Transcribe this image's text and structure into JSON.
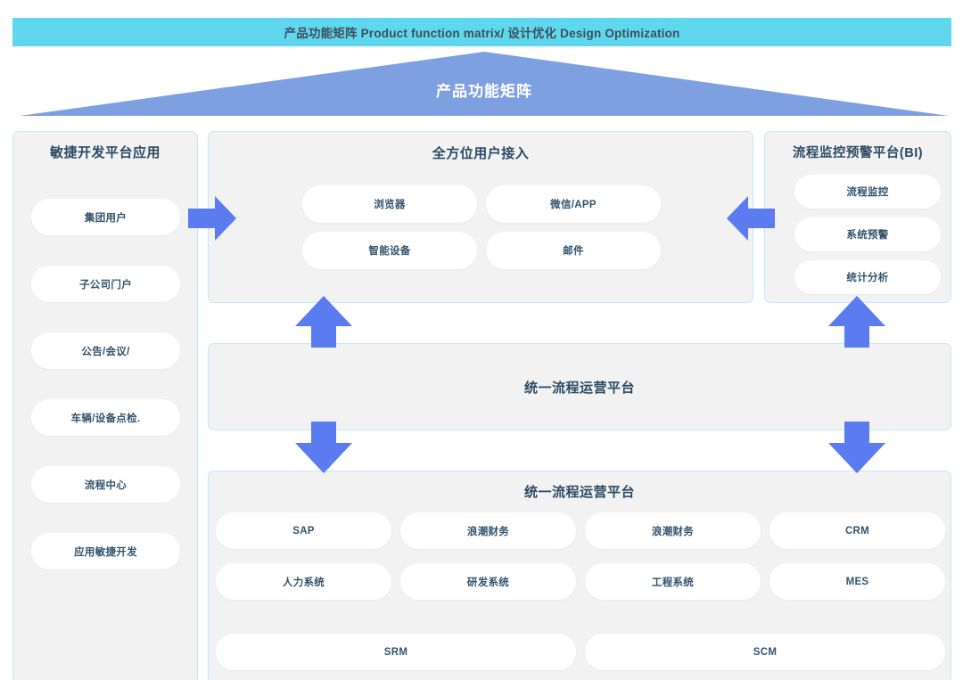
{
  "header": {
    "text": "产品功能矩阵  Product function matrix/ 设计优化  Design Optimization",
    "background_color": "#5fd7ee",
    "text_color": "#3d4f5c"
  },
  "banner": {
    "title": "产品功能矩阵",
    "shape": "triangle",
    "fill_color": "#7e9fe0",
    "title_color": "#ffffff"
  },
  "theme": {
    "panel_background": "#f2f2f2",
    "panel_border": "#c4e8f3",
    "pill_background": "#ffffff",
    "pill_text_color": "#33536c",
    "panel_title_color": "#2b4a63",
    "arrow_color": "#5b7bf0"
  },
  "sidebar": {
    "title": "敏捷开发平台应用",
    "items": [
      {
        "label": "集团用户"
      },
      {
        "label": "子公司门户"
      },
      {
        "label": "公告/会议/"
      },
      {
        "label": "车辆/设备点检."
      },
      {
        "label": "流程中心"
      },
      {
        "label": "应用敏捷开发"
      }
    ]
  },
  "access_panel": {
    "title": "全方位用户接入",
    "items": [
      {
        "label": "浏览器"
      },
      {
        "label": "微信/APP"
      },
      {
        "label": "智能设备"
      },
      {
        "label": "邮件"
      }
    ]
  },
  "bi_panel": {
    "title": "流程监控预警平台(BI)",
    "items": [
      {
        "label": "流程监控"
      },
      {
        "label": "系统预警"
      },
      {
        "label": "统计分析"
      }
    ]
  },
  "ops_panel": {
    "title": "统一流程运营平台"
  },
  "systems_panel": {
    "title": "统一流程运营平台",
    "row_one": [
      {
        "label": "SAP"
      },
      {
        "label": "浪潮财务"
      },
      {
        "label": "浪潮财务"
      },
      {
        "label": "CRM"
      }
    ],
    "row_two": [
      {
        "label": "人力系统"
      },
      {
        "label": "研发系统"
      },
      {
        "label": "工程系统"
      },
      {
        "label": "MES"
      }
    ],
    "row_three": [
      {
        "label": "SRM"
      },
      {
        "label": "SCM"
      }
    ]
  },
  "arrows": [
    {
      "name": "arrow-sidebar-to-access",
      "direction": "right"
    },
    {
      "name": "arrow-bi-to-access",
      "direction": "left"
    },
    {
      "name": "arrow-ops-to-access",
      "direction": "up"
    },
    {
      "name": "arrow-ops-to-bi",
      "direction": "up"
    },
    {
      "name": "arrow-ops-to-systems-left",
      "direction": "down"
    },
    {
      "name": "arrow-ops-to-systems-right",
      "direction": "down"
    }
  ]
}
